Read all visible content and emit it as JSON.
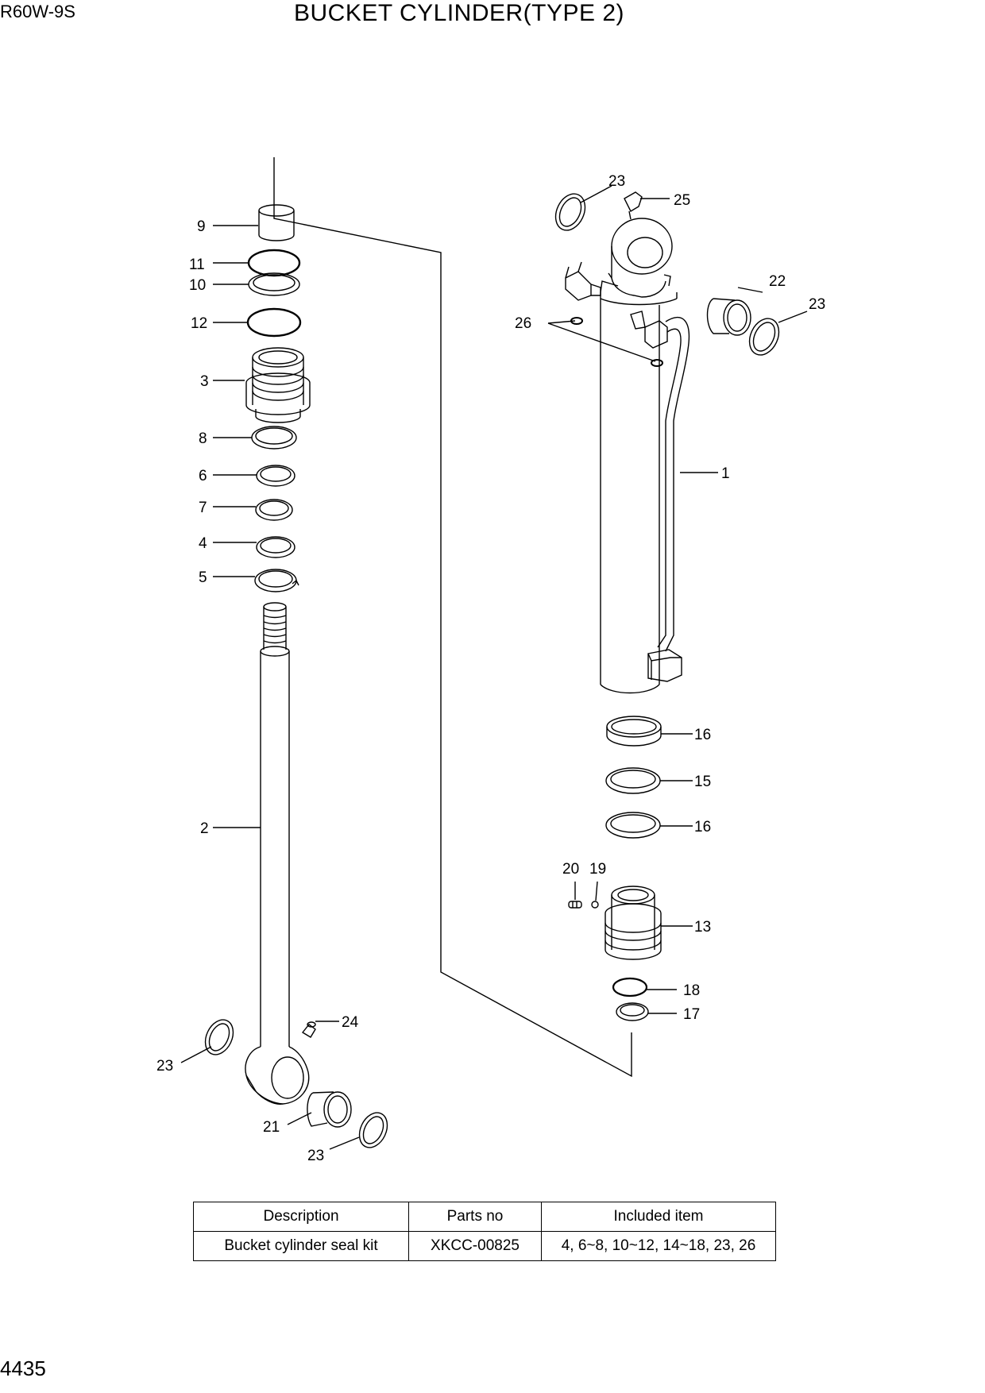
{
  "header": {
    "model": "R60W-9S",
    "title": "BUCKET CYLINDER(TYPE 2)"
  },
  "callouts": {
    "c1": "1",
    "c2": "2",
    "c3": "3",
    "c4": "4",
    "c5": "5",
    "c6": "6",
    "c7": "7",
    "c8": "8",
    "c9": "9",
    "c10": "10",
    "c11": "11",
    "c12": "12",
    "c13": "13",
    "c15": "15",
    "c16a": "16",
    "c16b": "16",
    "c17": "17",
    "c18": "18",
    "c19": "19",
    "c20": "20",
    "c21": "21",
    "c22": "22",
    "c23a": "23",
    "c23b": "23",
    "c23c": "23",
    "c23d": "23",
    "c24": "24",
    "c25": "25",
    "c26": "26"
  },
  "kit_table": {
    "headers": [
      "Description",
      "Parts no",
      "Included item"
    ],
    "rows": [
      [
        "Bucket cylinder seal kit",
        "XKCC-00825",
        "4, 6~8, 10~12, 14~18, 23, 26"
      ]
    ]
  },
  "footer": {
    "page_number": "4435"
  }
}
